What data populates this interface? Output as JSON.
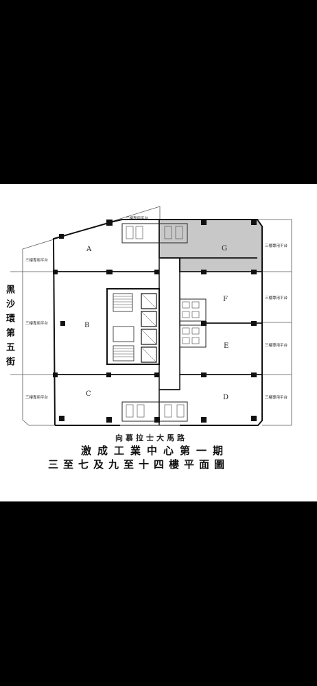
{
  "street_label": "黑沙環第五街",
  "road_label": "向慕拉士大馬路",
  "title_line1": "激成工業中心第一期",
  "title_line2": "三至七及九至十四樓平面圖",
  "units": {
    "a": "A",
    "b": "B",
    "c": "C",
    "d": "D",
    "e": "E",
    "f": "F",
    "g": "G"
  },
  "terrace_label": "三樓專用平台",
  "colors": {
    "background": "#000000",
    "sheet": "#ffffff",
    "wall": "#111111",
    "highlight": "#c8c8c8"
  }
}
